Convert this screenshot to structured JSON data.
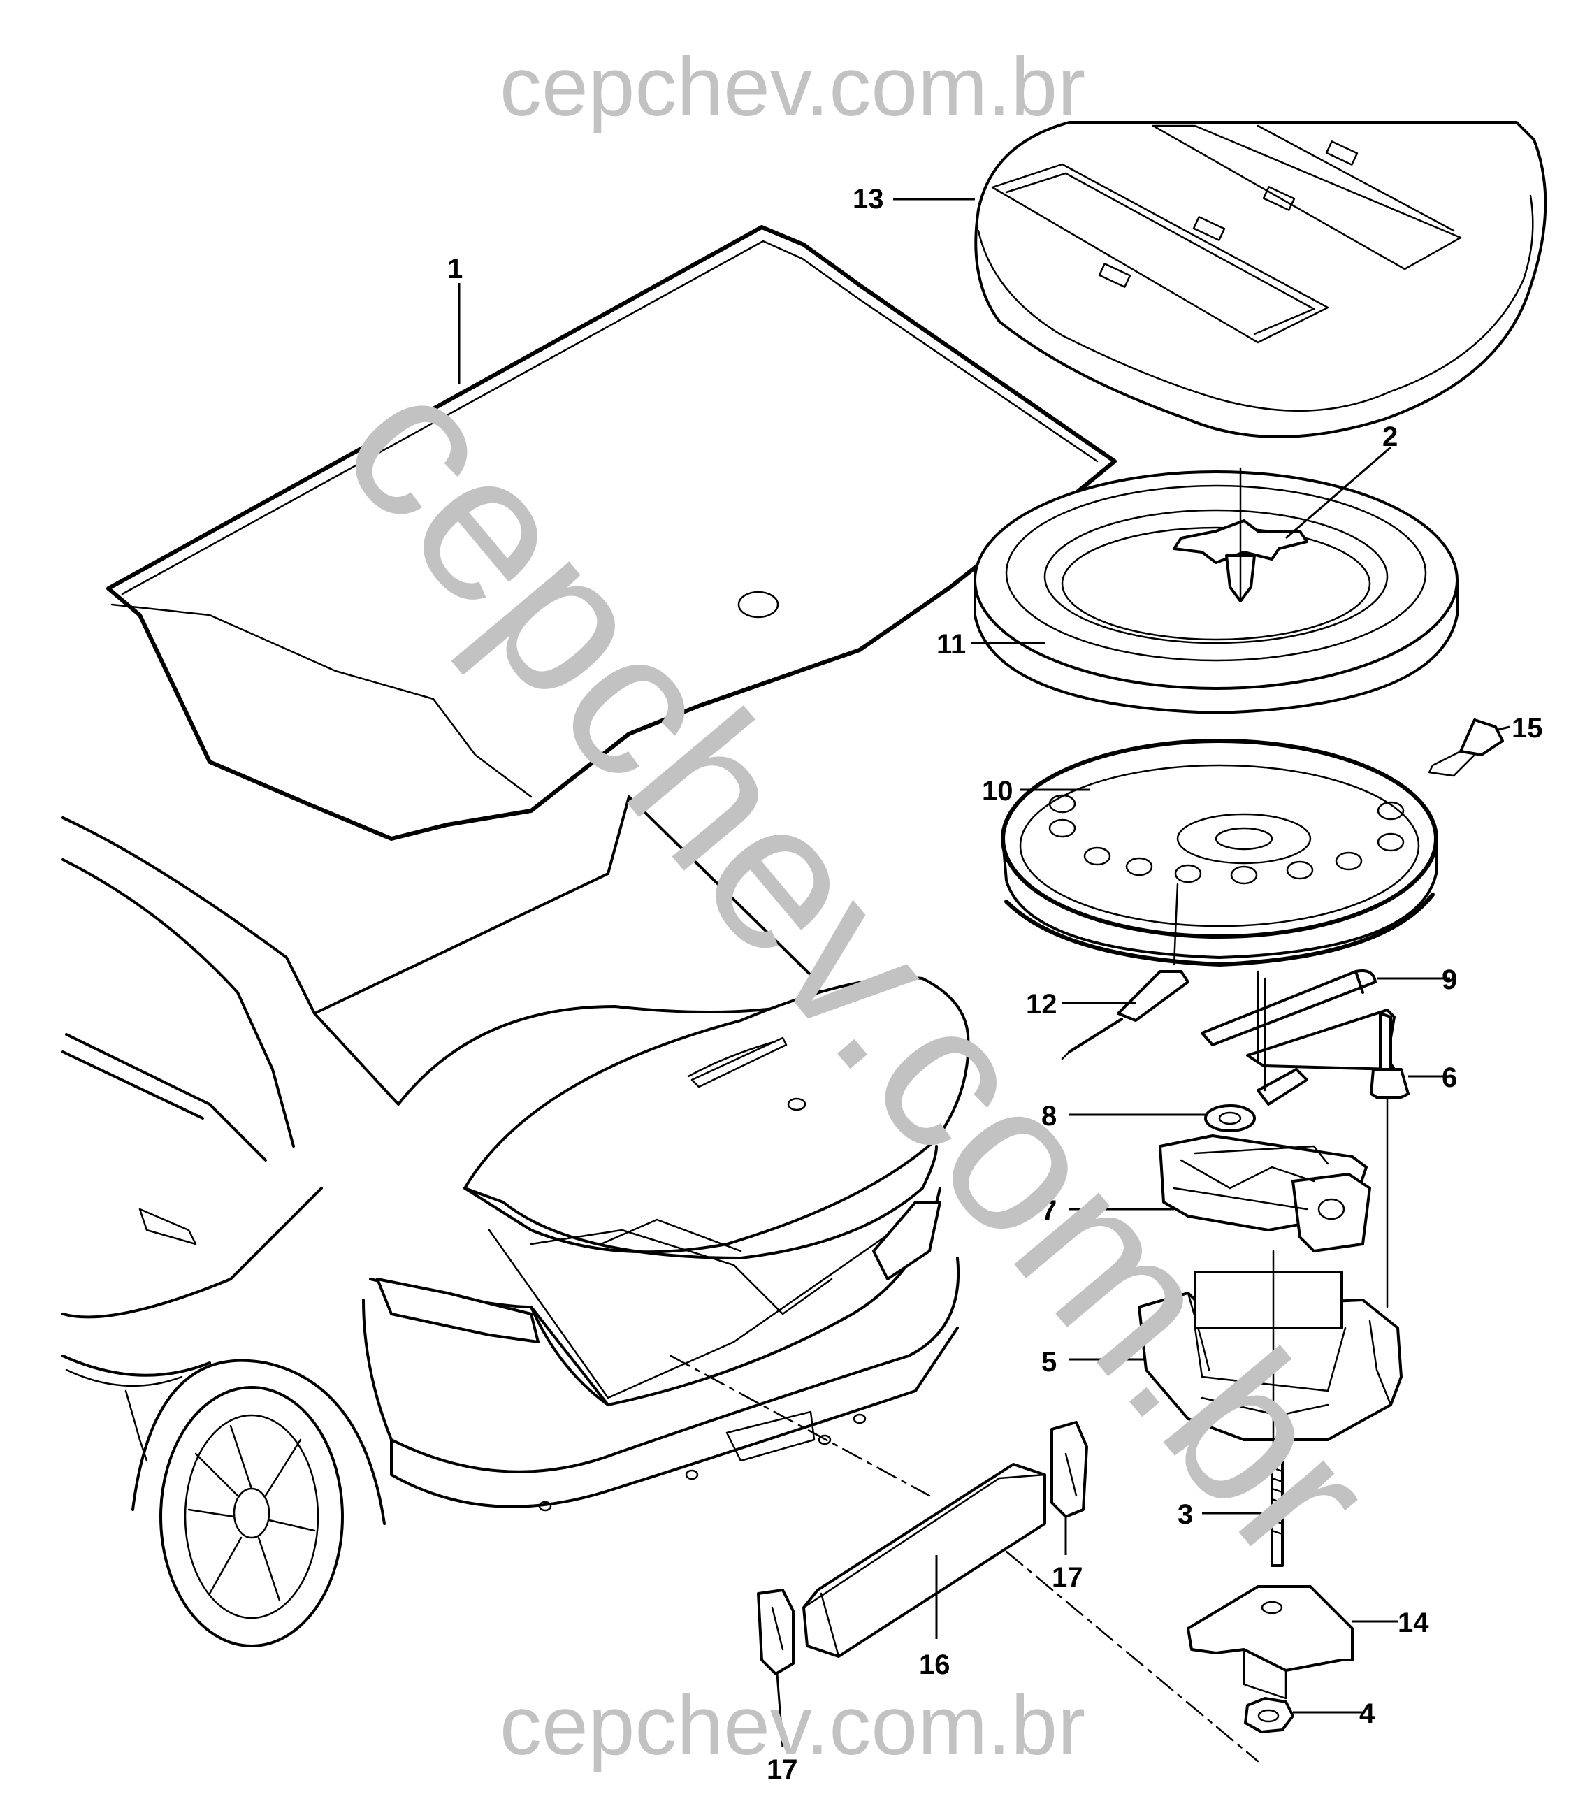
{
  "watermark": {
    "top": "cepchev.com.br",
    "diagonal": "cepchev.com.br",
    "bottom": "cepchev.com.br",
    "color": "#c2c2c2"
  },
  "callouts": [
    {
      "id": "c1",
      "label": "1"
    },
    {
      "id": "c2",
      "label": "2"
    },
    {
      "id": "c3",
      "label": "3"
    },
    {
      "id": "c4",
      "label": "4"
    },
    {
      "id": "c5",
      "label": "5"
    },
    {
      "id": "c6",
      "label": "6"
    },
    {
      "id": "c7",
      "label": "7"
    },
    {
      "id": "c8",
      "label": "8"
    },
    {
      "id": "c9",
      "label": "9"
    },
    {
      "id": "c10",
      "label": "10"
    },
    {
      "id": "c11",
      "label": "11"
    },
    {
      "id": "c12",
      "label": "12"
    },
    {
      "id": "c13",
      "label": "13"
    },
    {
      "id": "c14",
      "label": "14"
    },
    {
      "id": "c15",
      "label": "15"
    },
    {
      "id": "c16",
      "label": "16"
    },
    {
      "id": "c17a",
      "label": "17"
    },
    {
      "id": "c17b",
      "label": "17"
    }
  ]
}
